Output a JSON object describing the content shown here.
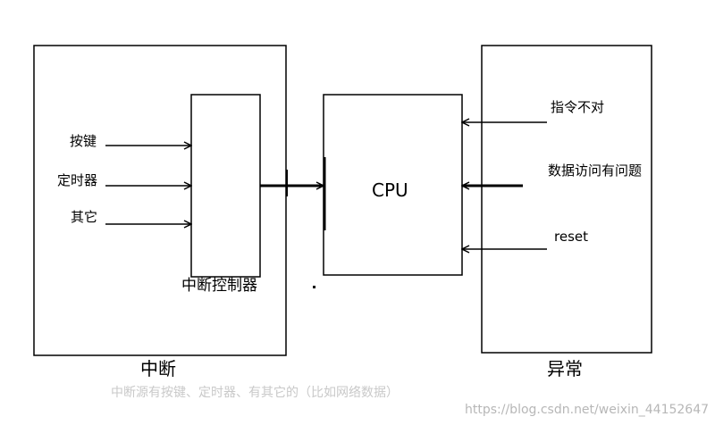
{
  "interrupt_box": {
    "title": "中断",
    "inputs": [
      "按键",
      "定时器",
      "其它"
    ]
  },
  "controller": {
    "label": "中断控制器"
  },
  "cpu": {
    "label": "CPU"
  },
  "exception_box": {
    "title": "异常",
    "inputs": [
      "指令不对",
      "数据访问有问题",
      "reset"
    ]
  },
  "footer": {
    "caption": "中断源有按键、定时器、有其它的（比如网络数据）",
    "watermark": "https://blog.csdn.net/weixin_44152647"
  }
}
